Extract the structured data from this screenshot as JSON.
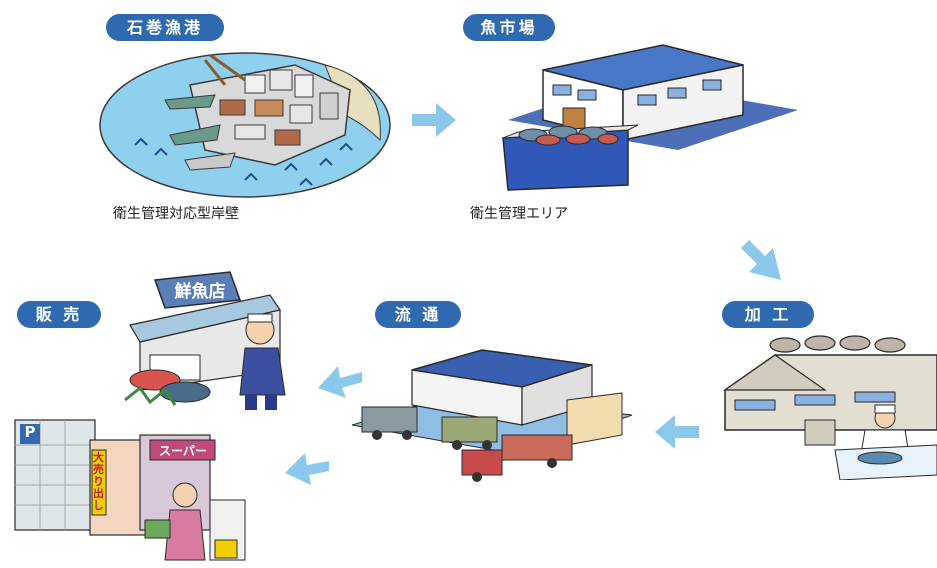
{
  "steps": {
    "port": {
      "label": "石巻漁港",
      "caption": "衛生管理対応型岸壁"
    },
    "market": {
      "label": "魚市場",
      "caption": "衛生管理エリア"
    },
    "processing": {
      "label": "加 工"
    },
    "distribution": {
      "label": "流 通"
    },
    "sales": {
      "label": "販 売"
    }
  },
  "signs": {
    "fish_shop": "鮮魚店",
    "supermarket": "スーパー",
    "sale_banner": "大売り出し",
    "parking": "P"
  },
  "colors": {
    "label_bg": "#2f6ab0",
    "sea": "#8fd0ef",
    "arrow": "#8cc8ec",
    "roof": "#4a78c8"
  }
}
